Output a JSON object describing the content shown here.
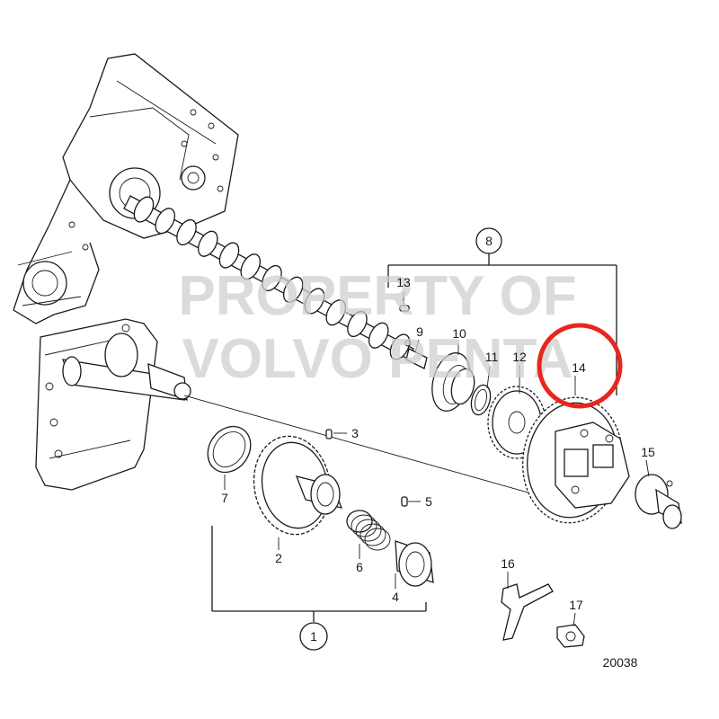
{
  "diagram": {
    "watermark_line1": "PROPERTY OF",
    "watermark_line2": "VOLVO PENTA",
    "figure_number": "20038",
    "highlight_color": "#e8261c",
    "highlighted_callout": "14",
    "callouts": {
      "c1": "1",
      "c2": "2",
      "c3": "3",
      "c4": "4",
      "c5": "5",
      "c6": "6",
      "c7": "7",
      "c8": "8",
      "c9": "9",
      "c10": "10",
      "c11": "11",
      "c12": "12",
      "c13": "13",
      "c14": "14",
      "c15": "15",
      "c16": "16",
      "c17": "17"
    }
  }
}
